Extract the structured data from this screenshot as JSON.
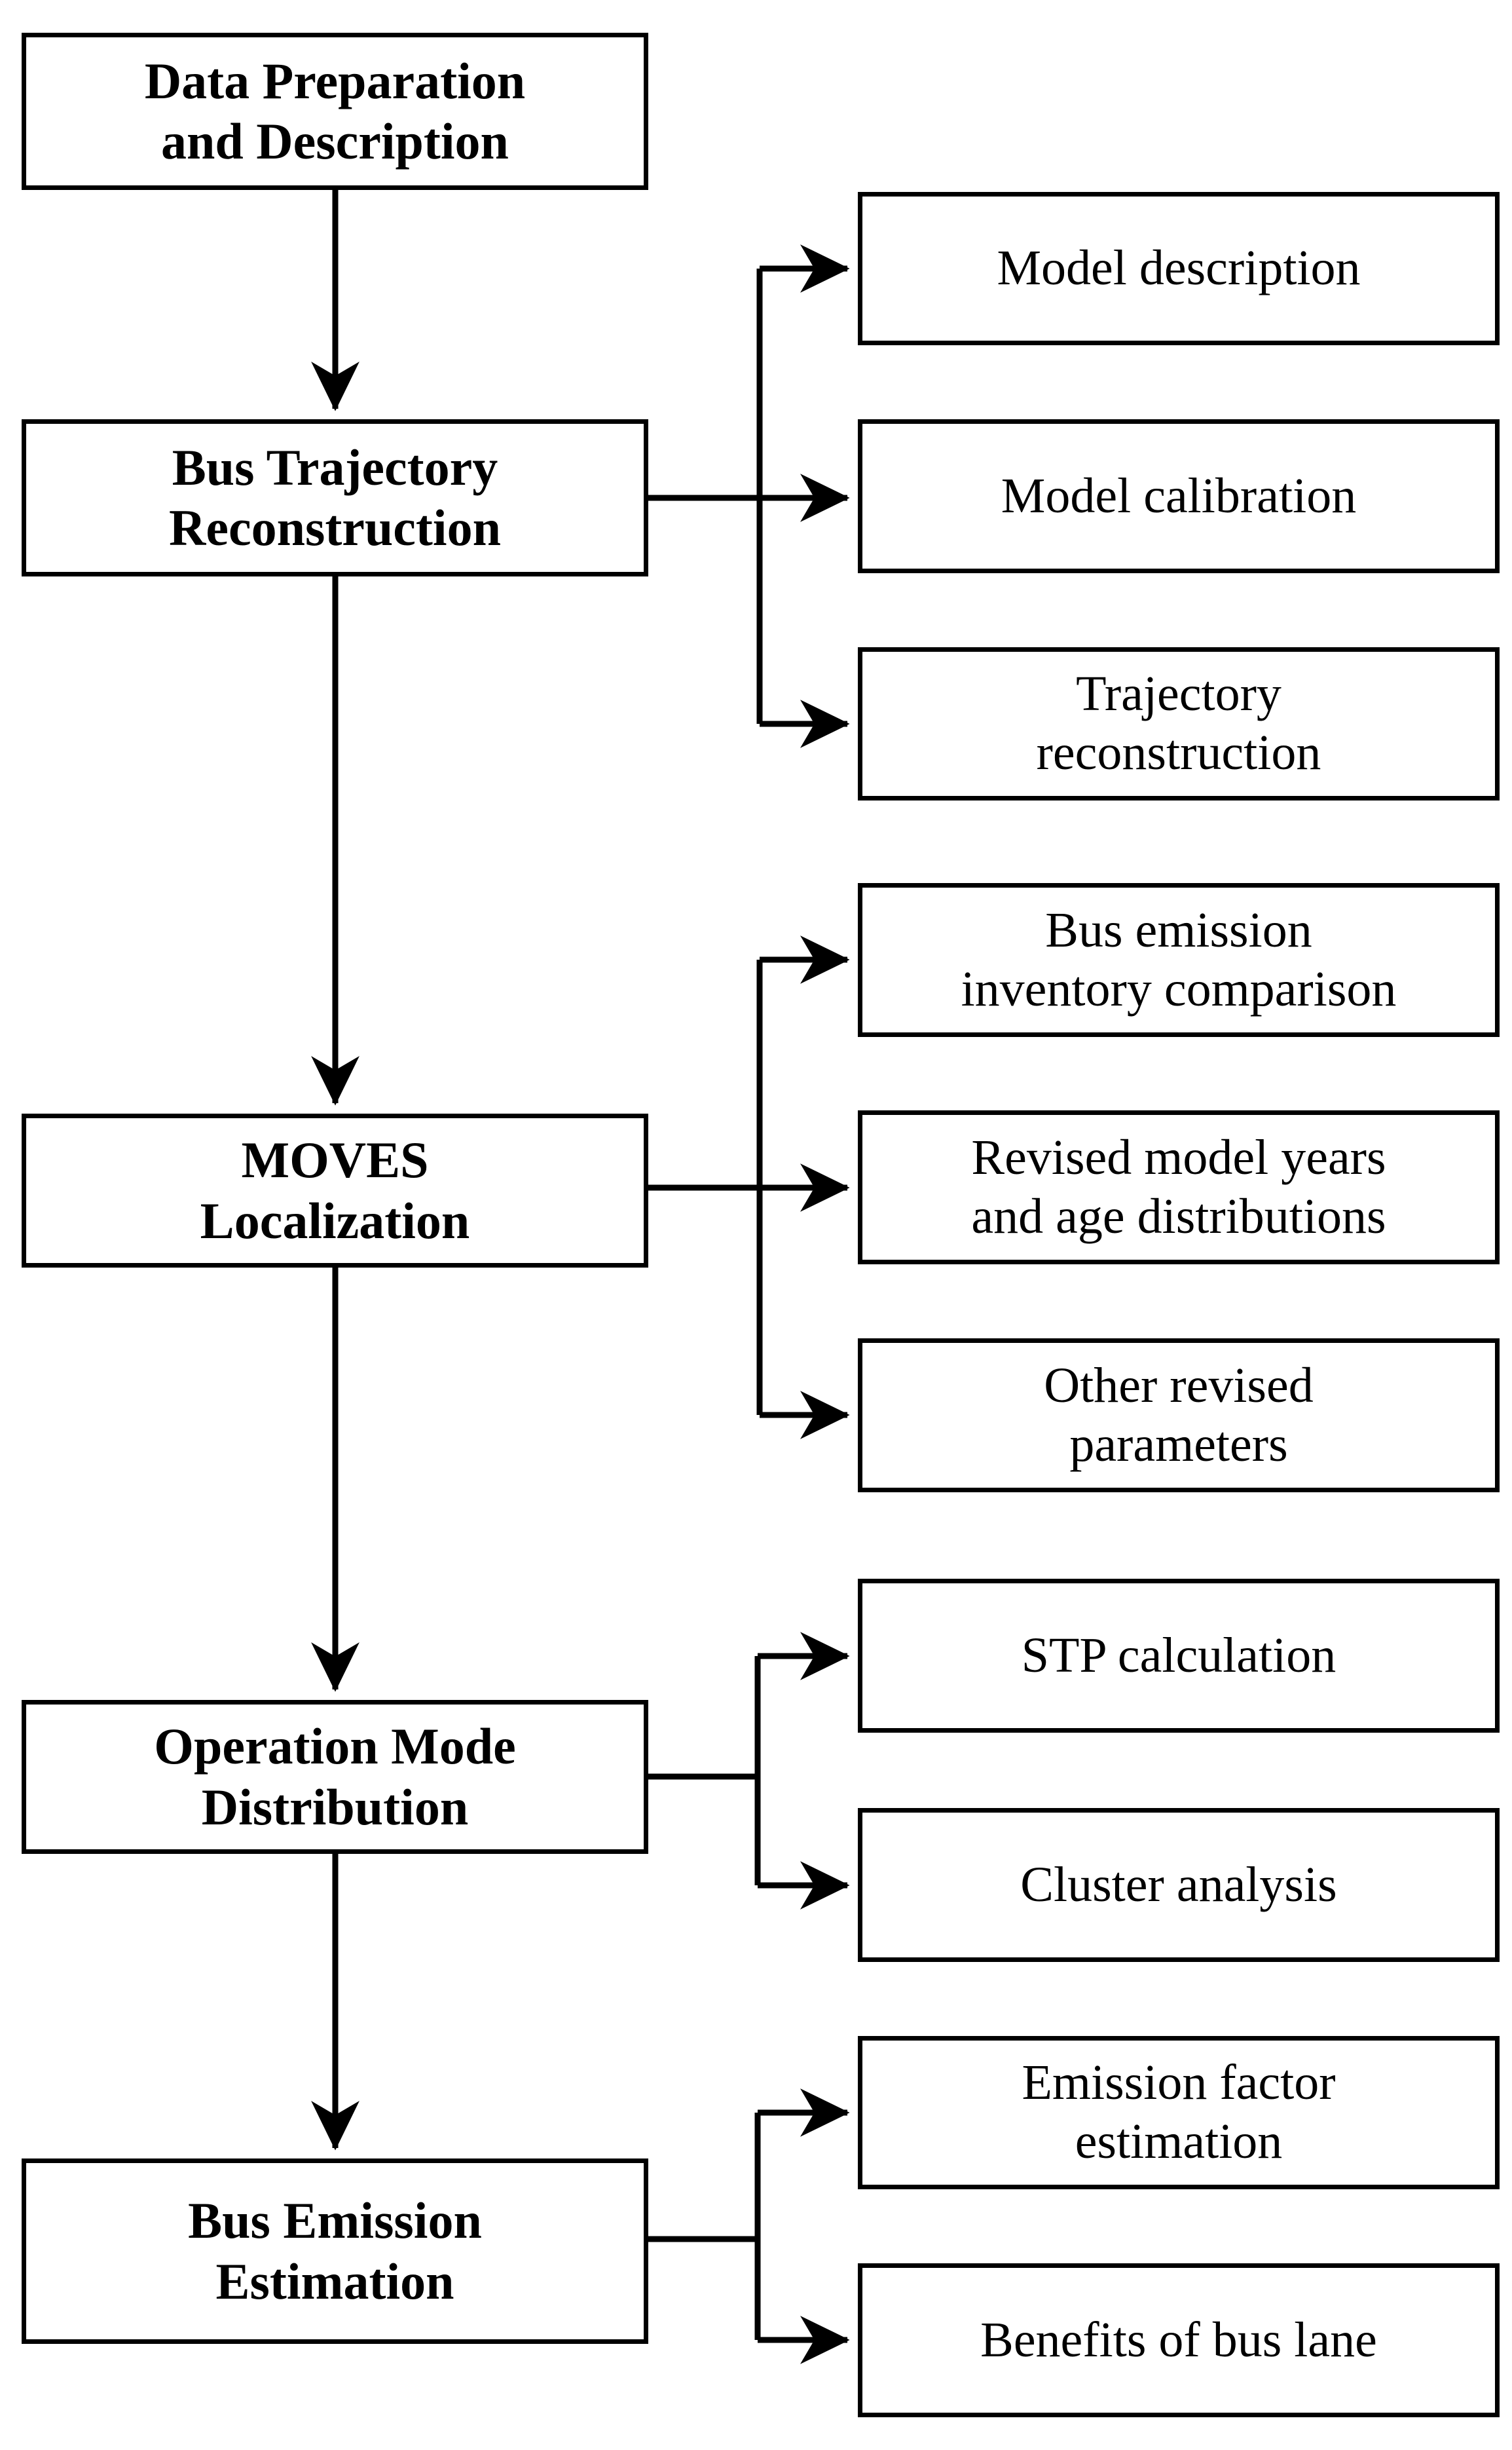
{
  "diagram": {
    "title": "Bus emission estimation research framework flowchart",
    "type": "flowchart",
    "orientation": "vertical-with-right-branches",
    "line_color": "#000000",
    "box_fill": "#ffffff",
    "text_color": "#000000"
  },
  "main_stages": [
    {
      "id": "data-preparation",
      "label": "Data Preparation\nand Description"
    },
    {
      "id": "bus-trajectory-reconstruction",
      "label": "Bus Trajectory\nReconstruction"
    },
    {
      "id": "moves-localization",
      "label": "MOVES\nLocalization"
    },
    {
      "id": "operation-mode-distribution",
      "label": "Operation Mode\nDistribution"
    },
    {
      "id": "bus-emission-estimation",
      "label": "Bus Emission\nEstimation"
    }
  ],
  "sub_items": [
    {
      "id": "model-description",
      "label": "Model description",
      "parent": "bus-trajectory-reconstruction"
    },
    {
      "id": "model-calibration",
      "label": "Model calibration",
      "parent": "bus-trajectory-reconstruction"
    },
    {
      "id": "trajectory-reconstruction",
      "label": "Trajectory\nreconstruction",
      "parent": "bus-trajectory-reconstruction"
    },
    {
      "id": "bus-emission-inventory-comparison",
      "label": "Bus emission\ninventory comparison",
      "parent": "moves-localization"
    },
    {
      "id": "revised-model-years",
      "label": "Revised model years\nand age distributions",
      "parent": "moves-localization"
    },
    {
      "id": "other-revised-parameters",
      "label": "Other revised\nparameters",
      "parent": "moves-localization"
    },
    {
      "id": "stp-calculation",
      "label": "STP calculation",
      "parent": "operation-mode-distribution"
    },
    {
      "id": "cluster-analysis",
      "label": "Cluster analysis",
      "parent": "operation-mode-distribution"
    },
    {
      "id": "emission-factor-estimation",
      "label": "Emission factor\nestimation",
      "parent": "bus-emission-estimation"
    },
    {
      "id": "benefits-of-bus-lane",
      "label": "Benefits of bus lane",
      "parent": "bus-emission-estimation"
    }
  ]
}
